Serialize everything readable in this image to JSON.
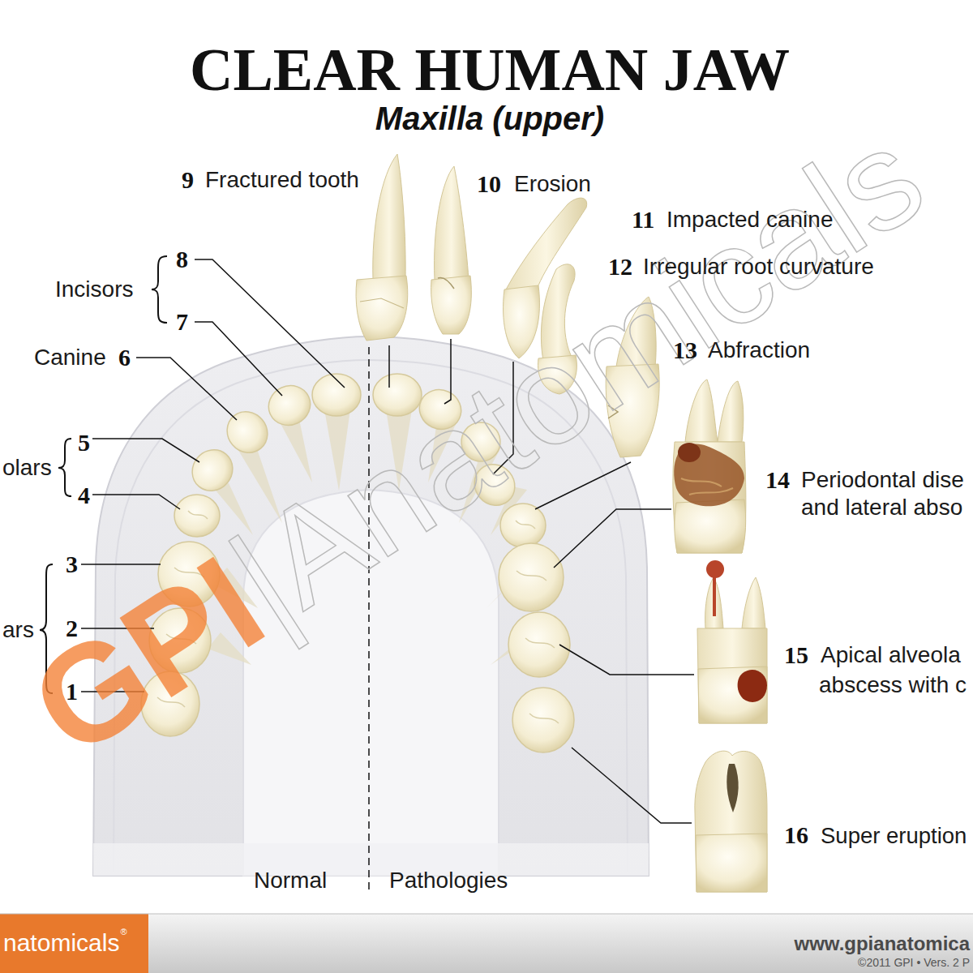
{
  "diagram": {
    "title": "CLEAR HUMAN JAW",
    "labels": [
      "Maxilla (upper)",
      "9",
      "Fractured tooth",
      "10",
      "Erosion",
      "11",
      "Impacted canine",
      "12",
      "Irregular root curvature",
      "13",
      "Abfraction",
      "14",
      "Periodontal dise",
      "and lateral abso",
      "15",
      "Apical alveola",
      "abscess with c",
      "16",
      "Super eruption",
      "Incisors",
      "8",
      "7",
      "Canine",
      "6",
      "olars",
      "5",
      "4",
      "ars",
      "3",
      "2",
      "1",
      "Normal",
      "Pathologies",
      "GPI",
      "|Anatomicals",
      "natomicals",
      "®",
      "www.gpianatomica",
      "©2011 GPI • Vers. 2 P"
    ]
  }
}
